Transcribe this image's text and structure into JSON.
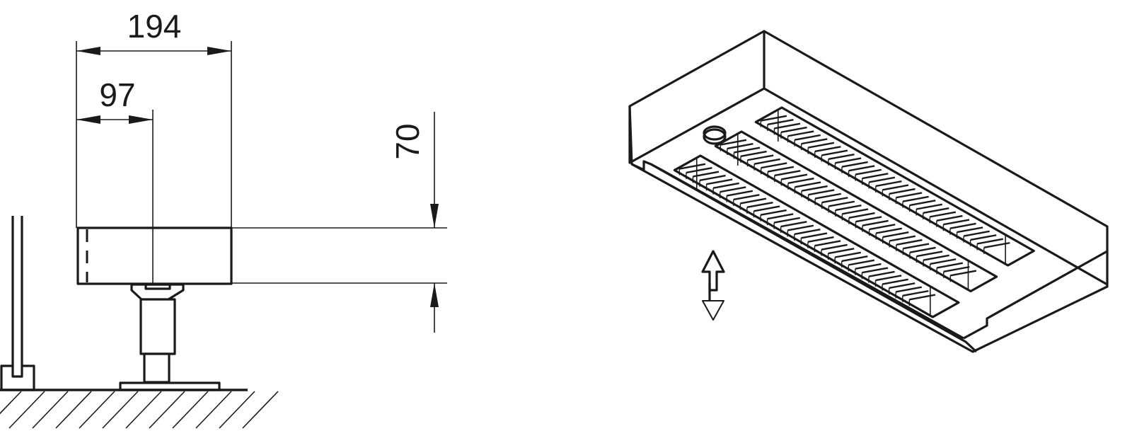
{
  "dimensions": {
    "width_label": "194",
    "half_width_label": "97",
    "height_label": "70"
  },
  "colors": {
    "line": "#1a1a1a",
    "background": "#ffffff"
  },
  "icons": {
    "movement_indicator": "up-down-arrow-icon"
  }
}
